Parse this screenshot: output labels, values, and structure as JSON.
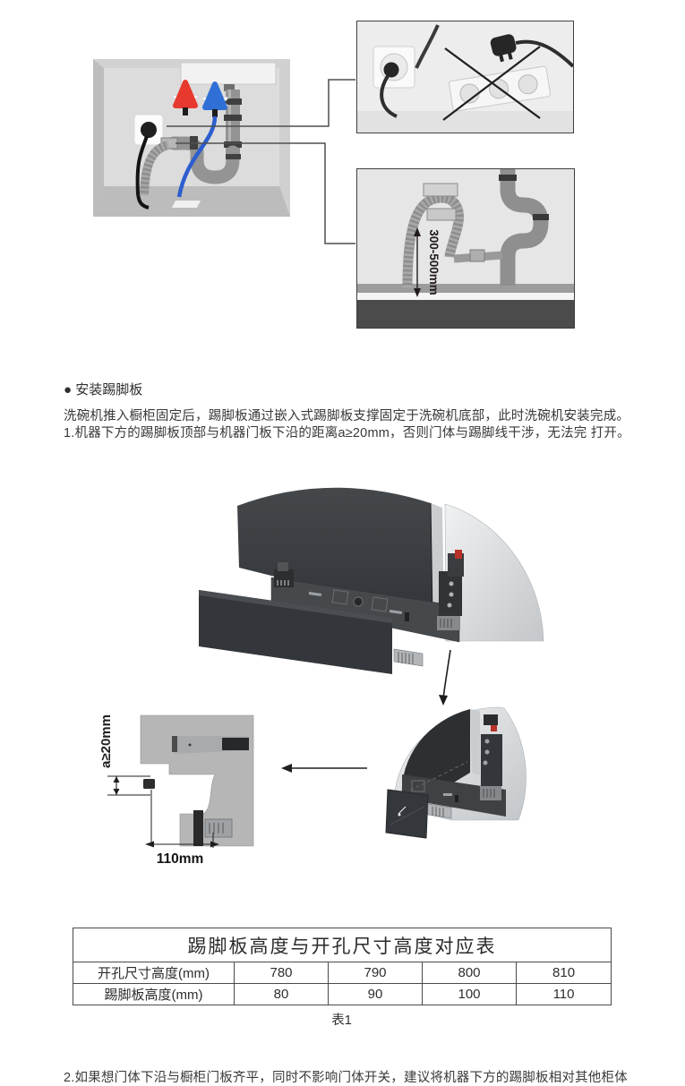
{
  "section": {
    "bullet": "●",
    "heading": "安装踢脚板",
    "paragraph_line1": "洗碗机推入橱柜固定后，踢脚板通过嵌入式踢脚板支撑固定于洗碗机底部，此时洗碗机安装完成。",
    "paragraph_line2": "1.机器下方的踢脚板顶部与机器门板下沿的距离a≥20mm，否则门体与踢脚线干涉，无法完 打开。"
  },
  "figures": {
    "drain_height_label": "300-500mm",
    "door_gap_label": "a≥20mm",
    "kickplate_width_label": "110mm"
  },
  "table": {
    "title": "踢脚板高度与开孔尺寸高度对应表",
    "rows": [
      {
        "label": "开孔尺寸高度(mm)",
        "values": [
          "780",
          "790",
          "800",
          "810"
        ]
      },
      {
        "label": "踢脚板高度(mm)",
        "values": [
          "80",
          "90",
          "100",
          "110"
        ]
      }
    ],
    "caption": "表1"
  },
  "footer": {
    "truncated_line": "2.如果想门体下沿与橱柜门板齐平，同时不影响门体开关，建议将机器下方的踢脚板相对其他柜体"
  },
  "colors": {
    "hot_valve": "#e8392e",
    "cold_valve": "#2f6fd6",
    "text": "#383838",
    "table_border": "#4a4a4a",
    "illustration_dark": "#36393c",
    "illustration_light": "#d9dbdd",
    "floor_dark": "#4b4b4b"
  }
}
